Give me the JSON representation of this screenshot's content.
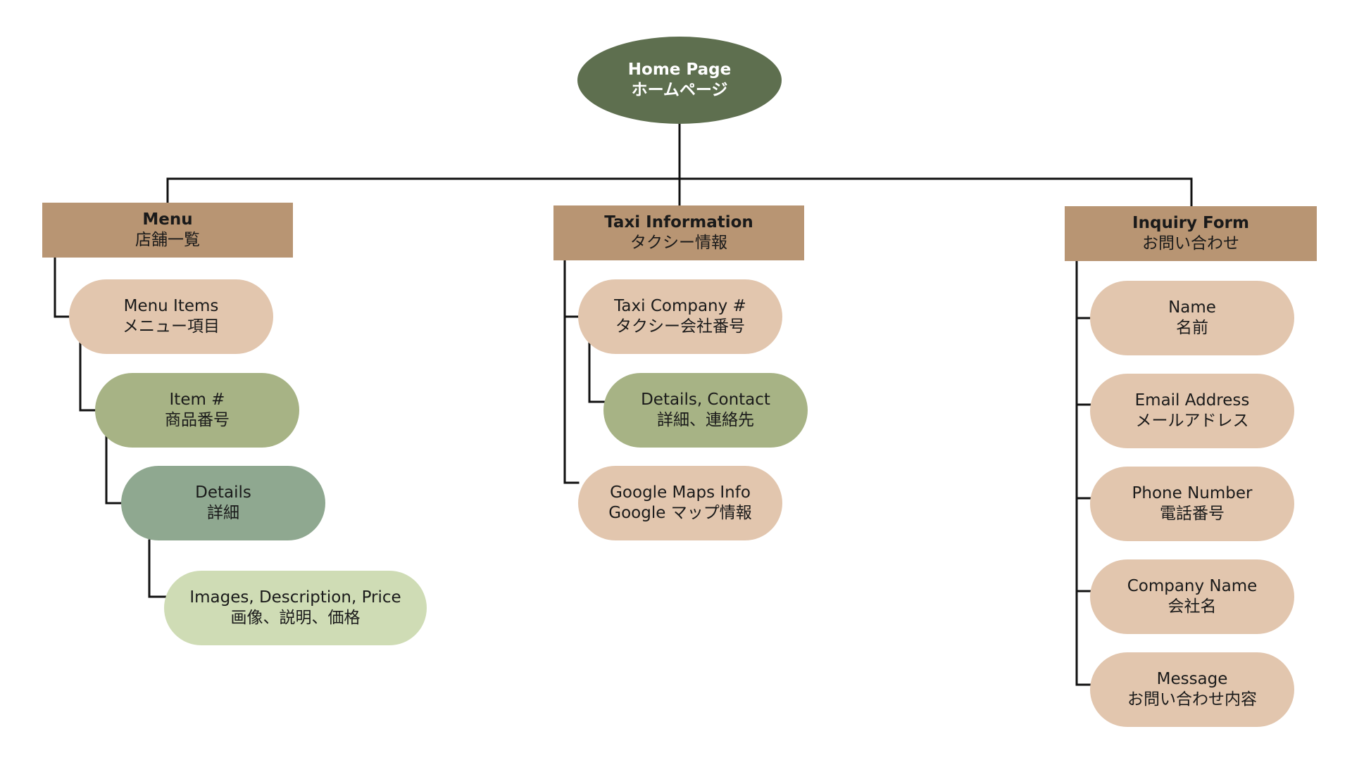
{
  "colors": {
    "root_fill": "#5e6f4f",
    "category_fill": "#b89573",
    "leaf_tan": "#e2c6ae",
    "leaf_olive": "#a7b385",
    "leaf_sage": "#8fa890",
    "leaf_pale": "#cfdcb5",
    "connector": "#111111"
  },
  "root": {
    "en": "Home Page",
    "ja": "ホームページ"
  },
  "menu": {
    "category": {
      "en": "Menu",
      "ja": "店舗一覧"
    },
    "menu_items": {
      "en": "Menu Items",
      "ja": "メニュー項目"
    },
    "item_number": {
      "en": "Item #",
      "ja": "商品番号"
    },
    "details": {
      "en": "Details",
      "ja": "詳細"
    },
    "images": {
      "en": "Images, Description, Price",
      "ja": "画像、説明、価格"
    }
  },
  "taxi": {
    "category": {
      "en": "Taxi Information",
      "ja": "タクシー情報"
    },
    "taxi_company": {
      "en": "Taxi Company #",
      "ja": "タクシー会社番号"
    },
    "details_contact": {
      "en": "Details, Contact",
      "ja": "詳細、連絡先"
    },
    "google_maps": {
      "en": "Google Maps Info",
      "ja": "Google マップ情報"
    }
  },
  "inquiry": {
    "category": {
      "en": "Inquiry Form",
      "ja": "お問い合わせ"
    },
    "name": {
      "en": "Name",
      "ja": "名前"
    },
    "email": {
      "en": "Email Address",
      "ja": "メールアドレス"
    },
    "phone": {
      "en": "Phone Number",
      "ja": "電話番号"
    },
    "company": {
      "en": "Company Name",
      "ja": "会社名"
    },
    "message": {
      "en": "Message",
      "ja": "お問い合わせ内容"
    }
  }
}
